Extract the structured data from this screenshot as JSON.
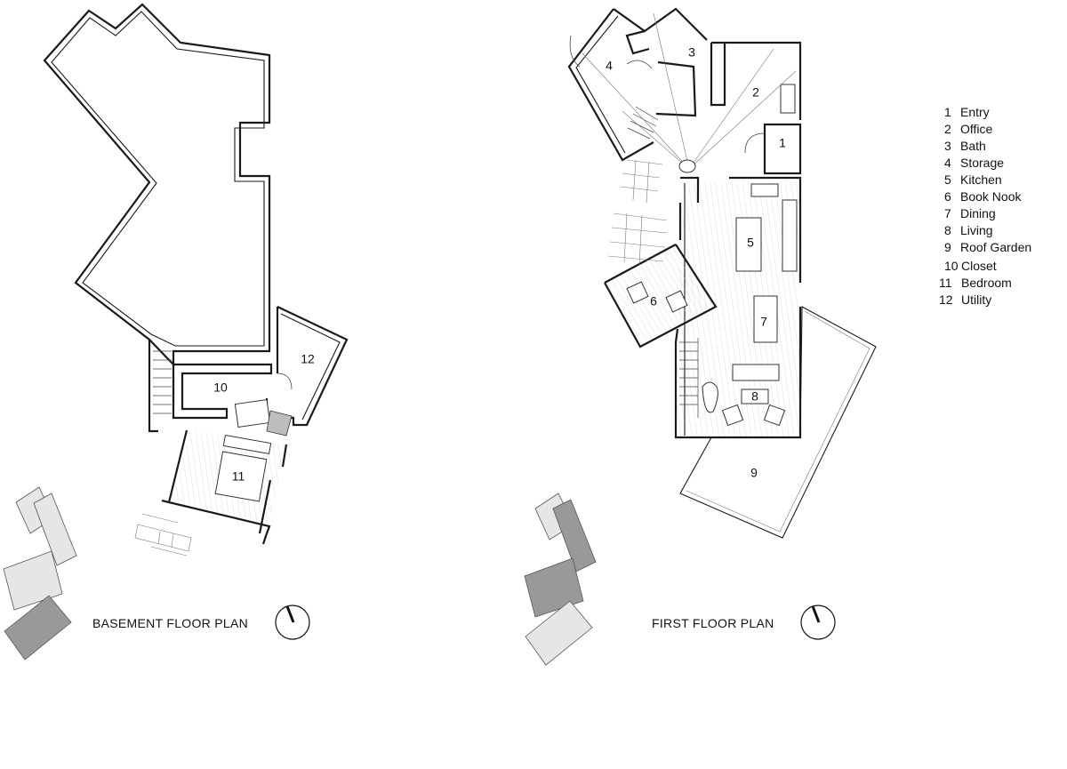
{
  "basement": {
    "title": "BASEMENT FLOOR PLAN",
    "room_labels": [
      "10",
      "11",
      "12"
    ]
  },
  "first_floor": {
    "title": "FIRST FLOOR PLAN",
    "room_labels": [
      "1",
      "2",
      "3",
      "4",
      "5",
      "6",
      "7",
      "8",
      "9"
    ]
  },
  "legend": [
    {
      "num": "1",
      "name": "Entry"
    },
    {
      "num": "2",
      "name": "Office"
    },
    {
      "num": "3",
      "name": "Bath"
    },
    {
      "num": "4",
      "name": "Storage"
    },
    {
      "num": "5",
      "name": "Kitchen"
    },
    {
      "num": "6",
      "name": "Book Nook"
    },
    {
      "num": "7",
      "name": "Dining"
    },
    {
      "num": "8",
      "name": "Living"
    },
    {
      "num": "9",
      "name": "Roof Garden"
    },
    {
      "num": "10",
      "name": "Closet"
    },
    {
      "num": "11",
      "name": "Bedroom"
    },
    {
      "num": "12",
      "name": "Utility"
    }
  ],
  "colors": {
    "wall": "#1a1a1a",
    "key_light": "#e6e6e6",
    "key_highlight": "#999999",
    "garden_texture": "#cfcfcf"
  },
  "icons": [
    "north-arrow-icon",
    "key-plan-icon"
  ]
}
